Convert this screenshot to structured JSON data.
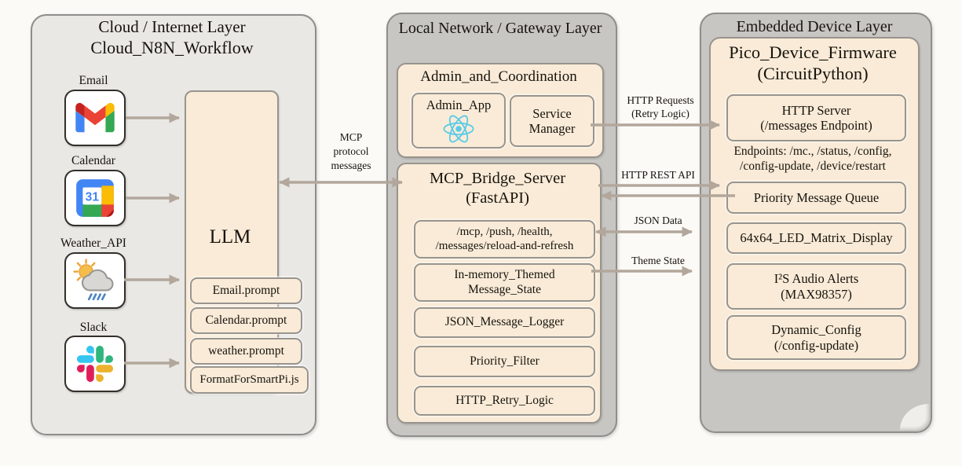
{
  "palette": {
    "layer_light_fill": "#e9e8e5",
    "layer_gray_fill": "#c7c6c3",
    "box_cream_fill": "#f9ebd7",
    "border_gray": "#8f8d8a",
    "arrow_taupe": "#b3a79c",
    "react_blue": "#59cbe8",
    "google_blue": "#4285f4",
    "google_red": "#ea4335",
    "google_yellow": "#fbbc04",
    "google_green": "#34a853",
    "slack_blue": "#36c5f0",
    "slack_green": "#2eb67d",
    "slack_yellow": "#ecb22e",
    "slack_red": "#e01e5a"
  },
  "cloud_layer": {
    "title": "Cloud / Internet Layer",
    "subtitle": "Cloud_N8N_Workflow",
    "sources": [
      {
        "label": "Email",
        "icon": "gmail-icon"
      },
      {
        "label": "Calendar",
        "icon": "google-calendar-icon",
        "day": "31"
      },
      {
        "label": "Weather_API",
        "icon": "weather-icon"
      },
      {
        "label": "Slack",
        "icon": "slack-icon"
      }
    ],
    "llm": {
      "title": "LLM",
      "items": [
        "Email.prompt",
        "Calendar.prompt",
        "weather.prompt",
        "FormatForSmartPi.js"
      ]
    }
  },
  "gateway_layer": {
    "title": "Local Network / Gateway Layer",
    "admin": {
      "title": "Admin_and_Coordination",
      "admin_app_label": "Admin_App",
      "admin_app_icon": "react-icon",
      "service_manager_label": "Service\nManager"
    },
    "mcp_server": {
      "title": "MCP_Bridge_Server",
      "subtitle": "(FastAPI)",
      "items": [
        "/mcp, /push, /health,\n/messages/reload-and-refresh",
        "In-memory_Themed\nMessage_State",
        "JSON_Message_Logger",
        "Priority_Filter",
        "HTTP_Retry_Logic"
      ]
    }
  },
  "device_layer": {
    "title": "Embedded Device Layer",
    "firmware": {
      "title": "Pico_Device_Firmware",
      "subtitle": "(CircuitPython)",
      "http_server": "HTTP Server\n(/messages Endpoint)",
      "endpoints_note": "Endpoints: /mc., /status, /config,\n/config-update, /device/restart",
      "items": [
        "Priority Message Queue",
        "64x64_LED_Matrix_Display",
        "I²S Audio Alerts\n(MAX98357)",
        "Dynamic_Config\n(/config-update)"
      ]
    }
  },
  "connections": {
    "mcp_protocol": "MCP\nprotocol\nmessages",
    "http_requests": "HTTP Requests\n(Retry Logic)",
    "http_rest_api": "HTTP REST API",
    "json_data": "JSON Data",
    "theme_state": "Theme State"
  }
}
